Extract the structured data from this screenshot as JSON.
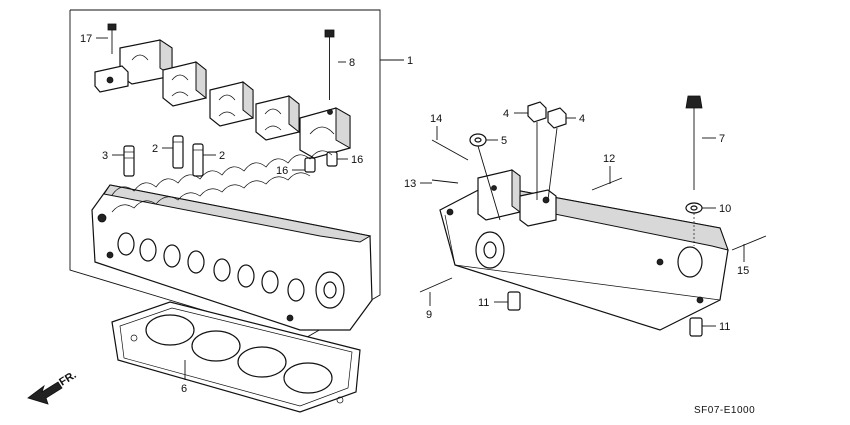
{
  "diagram": {
    "drawing_code": "SF07-E1000",
    "direction_label": "FR.",
    "callouts": [
      {
        "id": "c1",
        "text": "1"
      },
      {
        "id": "c2a",
        "text": "2"
      },
      {
        "id": "c2b",
        "text": "2"
      },
      {
        "id": "c3",
        "text": "3"
      },
      {
        "id": "c4a",
        "text": "4"
      },
      {
        "id": "c4b",
        "text": "4"
      },
      {
        "id": "c5",
        "text": "5"
      },
      {
        "id": "c6",
        "text": "6"
      },
      {
        "id": "c7",
        "text": "7"
      },
      {
        "id": "c8",
        "text": "8"
      },
      {
        "id": "c9",
        "text": "9"
      },
      {
        "id": "c10",
        "text": "10"
      },
      {
        "id": "c11a",
        "text": "11"
      },
      {
        "id": "c11b",
        "text": "11"
      },
      {
        "id": "c12",
        "text": "12"
      },
      {
        "id": "c13",
        "text": "13"
      },
      {
        "id": "c14",
        "text": "14"
      },
      {
        "id": "c15",
        "text": "15"
      },
      {
        "id": "c16a",
        "text": "16"
      },
      {
        "id": "c16b",
        "text": "16"
      },
      {
        "id": "c17",
        "text": "17"
      }
    ]
  }
}
